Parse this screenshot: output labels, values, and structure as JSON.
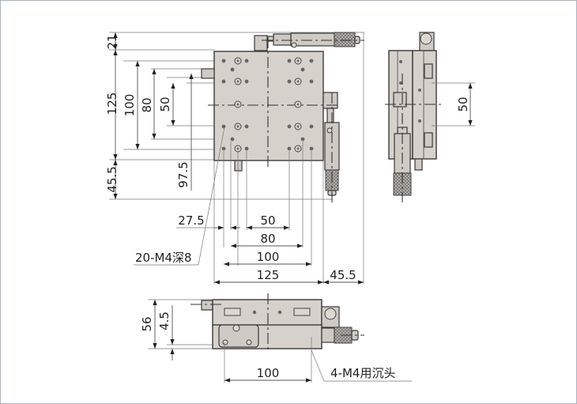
{
  "drawing": {
    "title": "XY stage dimension drawing",
    "top_view_dims": {
      "left_21": "21",
      "left_125": "125",
      "left_100": "100",
      "left_80": "80",
      "left_50": "50",
      "left_97_5": "97.5",
      "left_45_5": "45.5",
      "bottom_27_5": "27.5",
      "bottom_50": "50",
      "bottom_80": "80",
      "bottom_100": "100",
      "bottom_125": "125",
      "bottom_45_5": "45.5"
    },
    "callouts": {
      "tapped_holes": "20-M4深8",
      "counterbore": "4-M4用沉头"
    },
    "side_view_dims": {
      "right_50": "50"
    },
    "front_view_dims": {
      "height_56": "56",
      "height_4_5": "4.5",
      "bottom_100": "100"
    }
  },
  "colors": {
    "body": "#d6d1cb",
    "frame_border": "#a8b4c4",
    "line": "#333333"
  }
}
